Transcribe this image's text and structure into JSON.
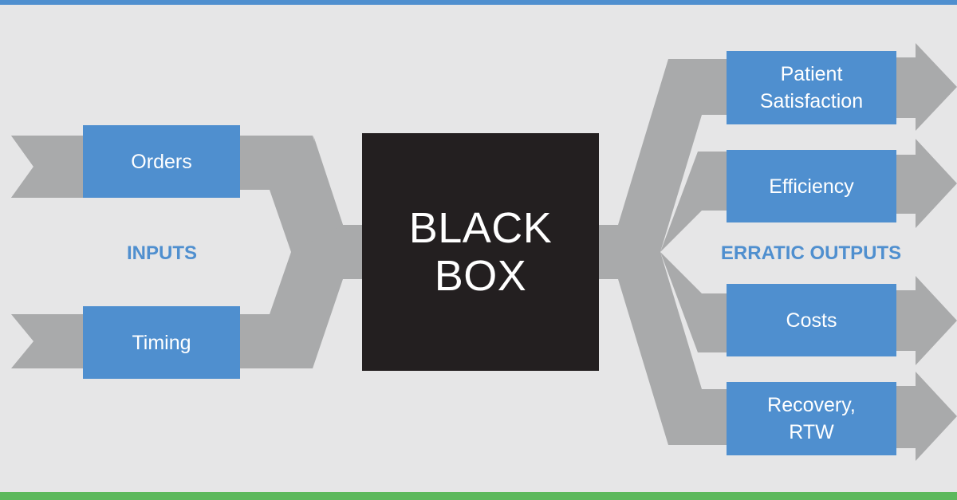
{
  "inputs": {
    "heading": "INPUTS",
    "items": [
      {
        "label": "Orders"
      },
      {
        "label": "Timing"
      }
    ]
  },
  "center": {
    "line1": "BLACK",
    "line2": "BOX"
  },
  "outputs": {
    "heading": "ERRATIC OUTPUTS",
    "items": [
      {
        "label": "Patient\nSatisfaction"
      },
      {
        "label": "Efficiency"
      },
      {
        "label": "Costs"
      },
      {
        "label": "Recovery,\nRTW"
      }
    ]
  },
  "colors": {
    "box_blue": "#4f8fcf",
    "flow_gray": "#a9aaab",
    "black_box": "#231f20",
    "background": "#e6e6e7",
    "top_bar": "#4f8fcf",
    "bottom_bar": "#5cb85c"
  }
}
